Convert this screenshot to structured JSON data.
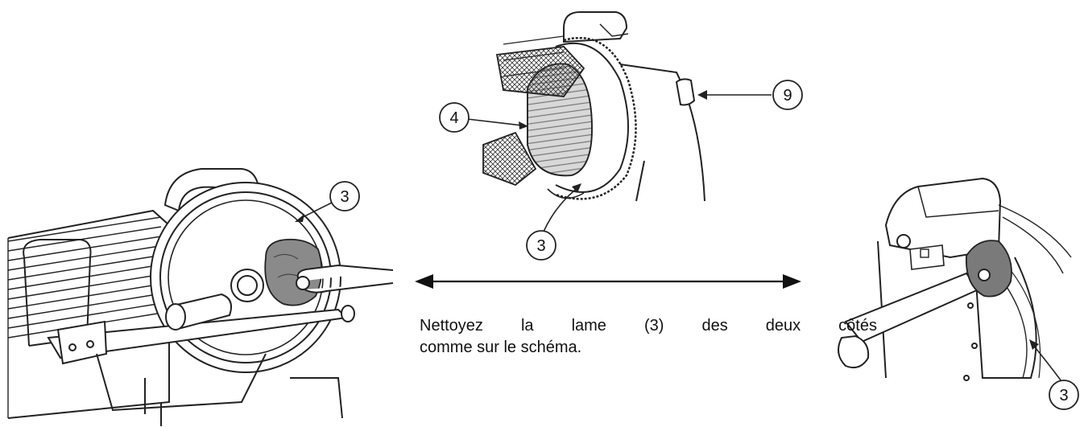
{
  "caption": {
    "line1": [
      "Nettoyez",
      "la",
      "lame",
      "(3)",
      "des",
      "deux",
      "côtés"
    ],
    "line2": "comme sur le schéma."
  },
  "callouts": {
    "left_blade": "3",
    "top_carriage": "4",
    "top_knob": "9",
    "top_blade": "3",
    "right_blade": "3"
  }
}
